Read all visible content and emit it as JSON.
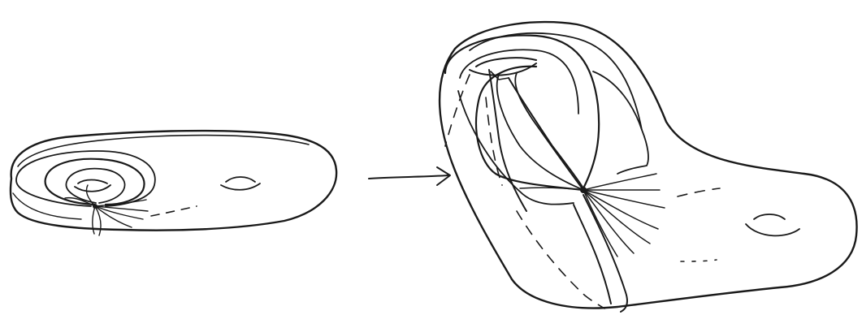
{
  "diagram": {
    "panels": [
      {
        "name": "surface-before",
        "description_visible": "",
        "features": [
          "elongated-genus-two-surface",
          "small-handle-hole",
          "large-handle-hole",
          "nested-loops-around-left-handle",
          "fan-of-curves-at-basepoint",
          "dashed-hidden-curve"
        ]
      },
      {
        "name": "surface-after",
        "description_visible": "",
        "features": [
          "deformed-surface",
          "stretched-handle",
          "nested-loops",
          "fan-of-curves-at-basepoint",
          "dashed-hidden-curves",
          "small-handle-hole"
        ]
      }
    ],
    "arrow": {
      "direction": "right"
    }
  },
  "colors": {
    "ink": "#1a1a1a",
    "background": "#ffffff"
  }
}
